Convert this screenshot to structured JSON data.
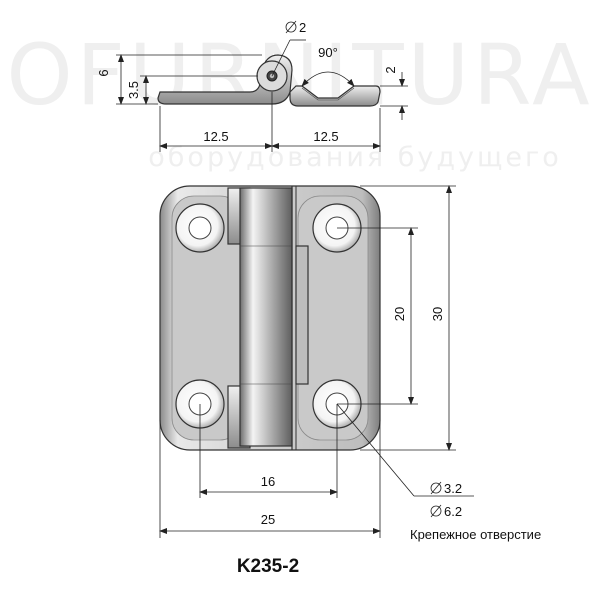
{
  "watermark": {
    "brand": "OFURNITURA",
    "tagline": "оборудования будущего"
  },
  "dimensions": {
    "pin_diameter": "2",
    "opening_angle": "90°",
    "thickness": "2",
    "height_total": "6",
    "height_leaf": "3.5",
    "half_width_left": "12.5",
    "half_width_right": "12.5",
    "hole_spacing_vertical": "20",
    "height_overall": "30",
    "hole_spacing_horizontal": "16",
    "width_overall": "25",
    "hole_diameter": "3.2",
    "countersink_diameter": "6.2"
  },
  "labels": {
    "mounting_hole": "Крепежное отверстие",
    "model": "K235-2"
  }
}
